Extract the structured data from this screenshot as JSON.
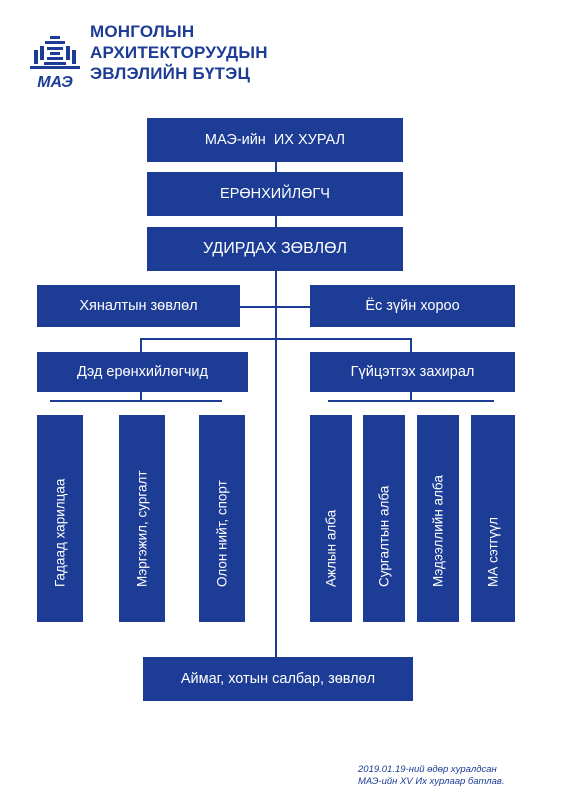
{
  "header": {
    "logo_text": "МАЭ",
    "title_lines": [
      "МОНГОЛЫН",
      "АРХИТЕКТОРУУДЫН",
      "ЭВЛЭЛИЙН БҮТЭЦ"
    ]
  },
  "chart": {
    "top_boxes": [
      "МАЭ-ийн  ИХ ХУРАЛ",
      "ЕРӨНХИЙЛӨГЧ",
      "УДИРДАХ ЗӨВЛӨЛ"
    ],
    "side_boxes": {
      "left": "Хяналтын зөвлөл",
      "right": "Ёс зүйн хороо"
    },
    "branches": {
      "left": {
        "title": "Дэд ерөнхийлөгчид",
        "items": [
          "Гадаад харилцаа",
          "Мэргэжил, сургалт",
          "Олон нийт, спорт"
        ]
      },
      "right": {
        "title": "Гүйцэтгэх захирал",
        "items": [
          "Ажлын алба",
          "Сургалтын алба",
          "Мэдээллийн алба",
          "МА сэтгүүл"
        ]
      }
    },
    "bottom_box": "Аймаг, хотын салбар, зөвлөл"
  },
  "footnote": {
    "lines": [
      "2019.01.19-ний өдөр хуралдсан",
      "МАЭ-ийн XV Их хурлаар батлав."
    ]
  },
  "colors": {
    "primary": "#1d3c96",
    "text_on_primary": "#ffffff"
  }
}
